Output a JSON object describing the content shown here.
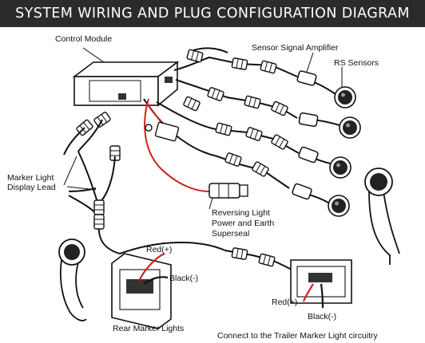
{
  "title": "SYSTEM WIRING AND PLUG CONFIGURATION DIAGRAM",
  "labels": {
    "control_module": "Control Module",
    "sensor_amplifier": "Sensor Signal Amplifier",
    "rs_sensors": "RS Sensors",
    "marker_light_lead_1": "Marker Light",
    "marker_light_lead_2": "Display Lead",
    "reversing_1": "Reversing Light",
    "reversing_2": "Power and Earth",
    "reversing_3": "Superseal",
    "red_left": "Red(+)",
    "black_left": "Black(-)",
    "red_right": "Red(+)",
    "black_right": "Black(-)",
    "rear_marker": "Rear Marker Lights",
    "trailer_connect": "Connect to the Trailer Marker Light circuitry"
  },
  "colors": {
    "banner": "#2b2b2b",
    "wire": "#111111",
    "red_wire": "#d2201e"
  }
}
